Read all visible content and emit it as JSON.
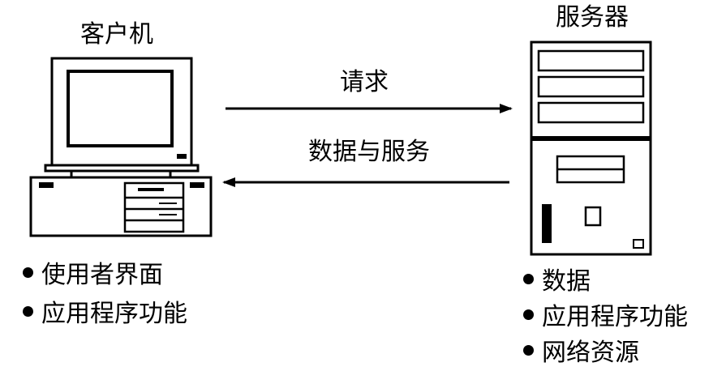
{
  "client": {
    "title": "客户机",
    "features": [
      "使用者界面",
      "应用程序功能"
    ]
  },
  "server": {
    "title": "服务器",
    "features": [
      "数据",
      "应用程序功能",
      "网络资源"
    ]
  },
  "arrows": {
    "request_label": "请求",
    "response_label": "数据与服务"
  },
  "colors": {
    "stroke": "#000000",
    "background": "#ffffff"
  },
  "icons": [
    "computer-icon",
    "server-tower-icon",
    "arrow-right-icon",
    "arrow-left-icon"
  ]
}
